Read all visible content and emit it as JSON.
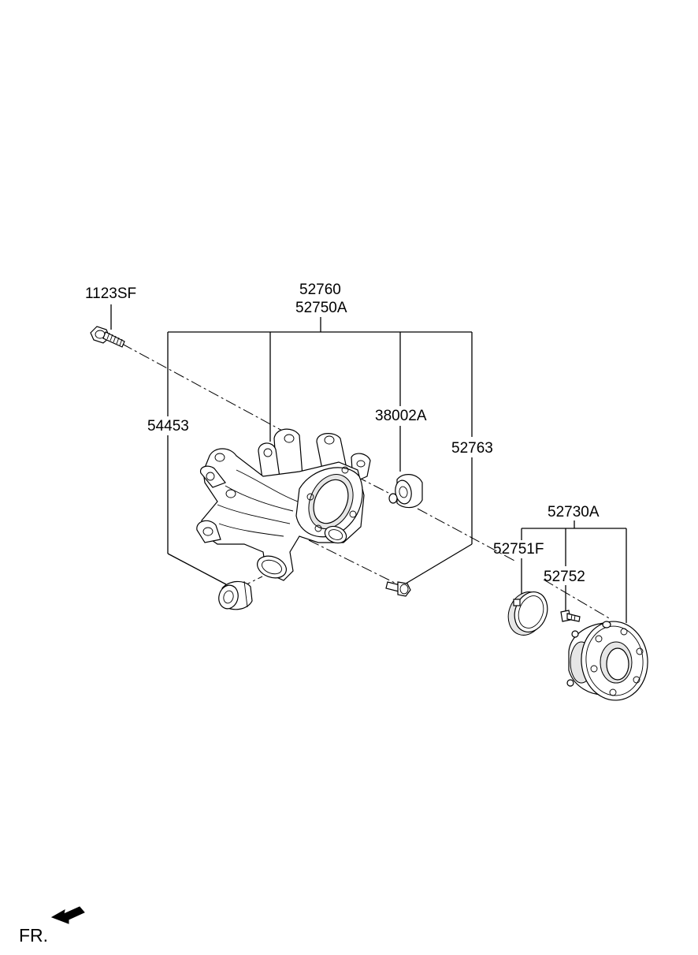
{
  "labels": {
    "p1123SF": "1123SF",
    "p52760": "52760",
    "p52750A": "52750A",
    "p54453": "54453",
    "p38002A": "38002A",
    "p52763": "52763",
    "p52730A": "52730A",
    "p52751F": "52751F",
    "p52752": "52752",
    "fr": "FR."
  }
}
